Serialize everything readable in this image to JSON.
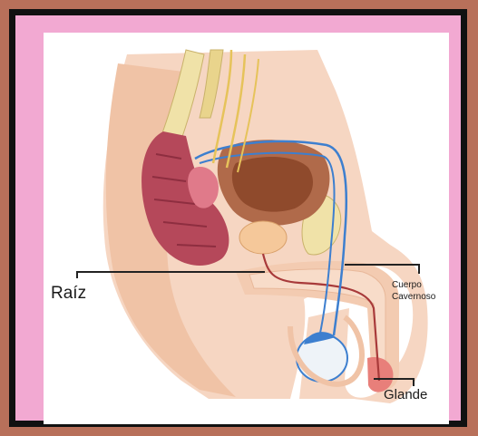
{
  "labels": {
    "raiz": "Raíz",
    "cuerpo_line1": "Cuerpo",
    "cuerpo_line2": "Cavernoso",
    "glande": "Glande"
  },
  "colors": {
    "outer_frame": "#b8705a",
    "inner_border": "#111111",
    "pink_panel": "#f2a9d2",
    "card": "#ffffff",
    "skin": "#f3cbb1",
    "vein_blue": "#3d7fcf",
    "nerve_yellow": "#e6c35a",
    "colon": "#b5485a",
    "bladder": "#9a4a2e",
    "bone": "#f0e2a8"
  }
}
